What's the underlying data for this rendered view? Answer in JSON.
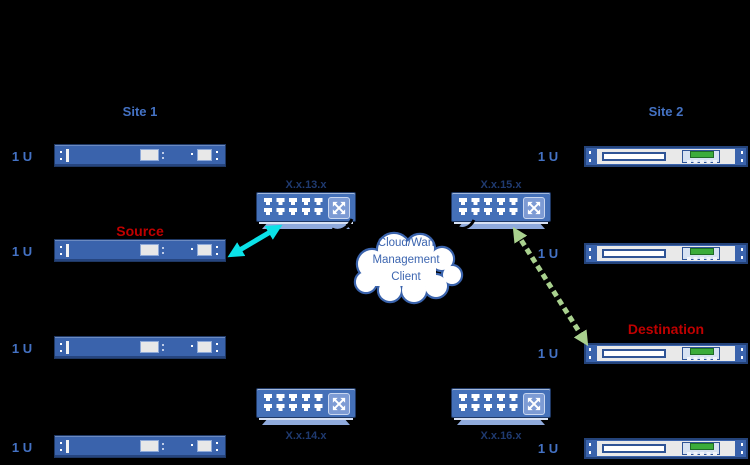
{
  "sites": [
    {
      "label": "Site 1"
    },
    {
      "label": "Site 2"
    }
  ],
  "rack_unit_label": "1 U",
  "annotations": {
    "source": "Source",
    "destination": "Destination"
  },
  "cloud": {
    "lines": [
      "Cloud/Wan",
      "Management",
      "Client"
    ]
  },
  "switches": [
    {
      "label": "X.x.13.x"
    },
    {
      "label": "X.x.15.x"
    },
    {
      "label": "X.x.14.x"
    },
    {
      "label": "X.x.16.x"
    }
  ],
  "colors": {
    "background": "#000000",
    "device_blue": "#3A63AC",
    "switch_blue": "#4470B8",
    "crossover_icon_blue": "#7D9BD4",
    "site_label_blue": "#4472C4",
    "switch_label_navy": "#1F3A70",
    "annotation_red": "#C00000",
    "arrow_cyan": "#0BE2E8",
    "arrow_green": "#A9D18E",
    "module_green": "#3BAC3B"
  }
}
